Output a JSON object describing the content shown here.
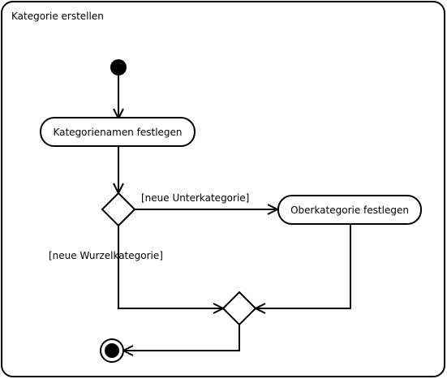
{
  "frame": {
    "title": "Kategorie erstellen"
  },
  "nodes": {
    "initial": {
      "kind": "initial-node"
    },
    "set_name": {
      "kind": "action",
      "label": "Kategorienamen festlegen"
    },
    "decision": {
      "kind": "decision"
    },
    "set_parent": {
      "kind": "action",
      "label": "Oberkategorie festlegen"
    },
    "merge": {
      "kind": "merge"
    },
    "final": {
      "kind": "final-node"
    }
  },
  "edges": [
    {
      "from": "initial",
      "to": "set_name",
      "guard": ""
    },
    {
      "from": "set_name",
      "to": "decision",
      "guard": ""
    },
    {
      "from": "decision",
      "to": "set_parent",
      "guard": "[neue Unterkategorie]"
    },
    {
      "from": "decision",
      "to": "merge",
      "guard": "[neue Wurzelkategorie]"
    },
    {
      "from": "set_parent",
      "to": "merge",
      "guard": ""
    },
    {
      "from": "merge",
      "to": "final",
      "guard": ""
    }
  ]
}
